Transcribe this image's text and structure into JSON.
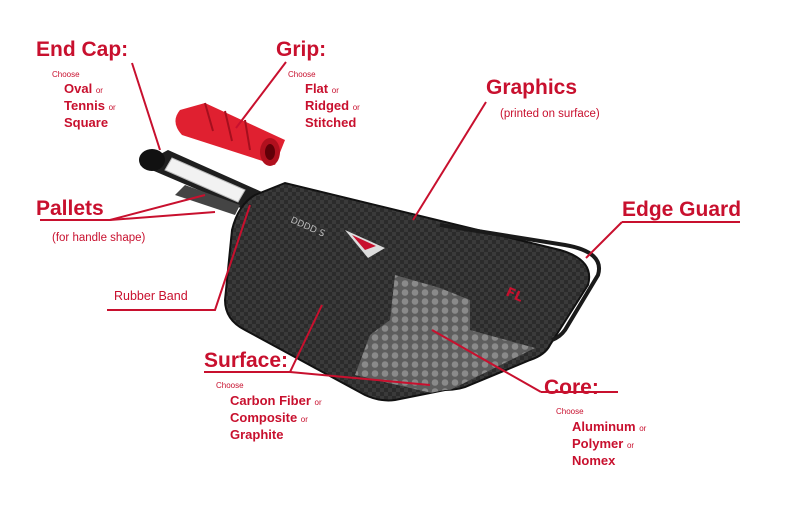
{
  "colors": {
    "accent": "#c8102e",
    "paddle_dark": "#2a2a2a",
    "grip_red": "#e02030"
  },
  "labels": {
    "end_cap": {
      "title": "End Cap:",
      "choose": "Choose",
      "options": [
        "Oval",
        "Tennis",
        "Square"
      ],
      "connectors": [
        "or",
        "or"
      ]
    },
    "grip": {
      "title": "Grip:",
      "choose": "Choose",
      "options": [
        "Flat",
        "Ridged",
        "Stitched"
      ],
      "connectors": [
        "or",
        "or"
      ]
    },
    "graphics": {
      "title": "Graphics",
      "note": "(printed on surface)"
    },
    "pallets": {
      "title": "Pallets",
      "note": "(for handle shape)"
    },
    "edge_guard": {
      "title": "Edge Guard"
    },
    "rubber_band": {
      "title": "Rubber Band"
    },
    "surface": {
      "title": "Surface:",
      "choose": "Choose",
      "options": [
        "Carbon Fiber",
        "Composite",
        "Graphite"
      ],
      "connectors": [
        "or",
        "or"
      ]
    },
    "core": {
      "title": "Core:",
      "choose": "Choose",
      "options": [
        "Aluminum",
        "Polymer",
        "Nomex"
      ],
      "connectors": [
        "or",
        "or"
      ]
    }
  }
}
